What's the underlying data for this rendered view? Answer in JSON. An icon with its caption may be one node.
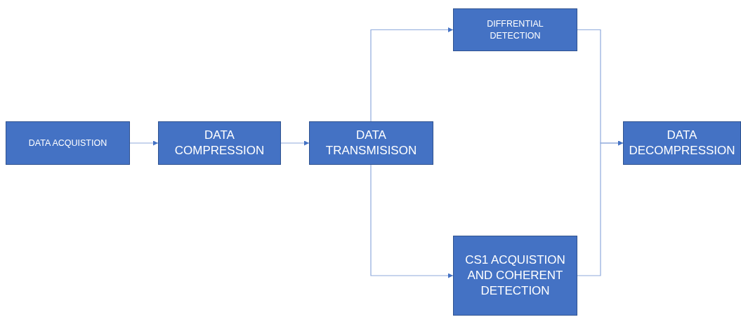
{
  "diagram": {
    "nodes": [
      {
        "text": [
          "DATA ACQUISTION"
        ]
      },
      {
        "text": [
          "DATA COMPRESSION"
        ]
      },
      {
        "text": [
          "DATA TRANSMISISON"
        ]
      },
      {
        "text": [
          "DIFFRENTIAL DETECTION"
        ]
      },
      {
        "text": [
          "CS1 ACQUISTION AND COHERENT DETECTION"
        ]
      },
      {
        "text": [
          "DATA DECOMPRESSION"
        ]
      }
    ],
    "edges": [
      {
        "from": 0,
        "to": 1,
        "arrow": "to"
      },
      {
        "from": 1,
        "to": 2,
        "arrow": "to"
      },
      {
        "from": 2,
        "to": 3,
        "arrow": "to"
      },
      {
        "from": 2,
        "to": 4,
        "arrow": "to"
      },
      {
        "from": 3,
        "to": 5,
        "arrow": "to"
      },
      {
        "from": 4,
        "to": 5,
        "arrow": "to"
      }
    ]
  }
}
